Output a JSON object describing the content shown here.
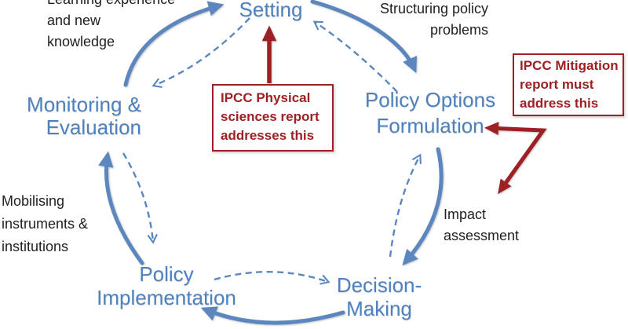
{
  "diagram": {
    "type": "policy-cycle",
    "nodes": {
      "setting": {
        "line1": "Setting"
      },
      "policy_options": {
        "line1": "Policy Options",
        "line2": "Formulation"
      },
      "decision_making": {
        "line1": "Decision-",
        "line2": "Making"
      },
      "policy_implementation": {
        "line1": "Policy",
        "line2": "Implementation"
      },
      "monitoring_evaluation": {
        "line1": "Monitoring &",
        "line2": "Evaluation"
      }
    },
    "stage_labels": {
      "learning": {
        "line1": "Learning experience",
        "line2": "and new",
        "line3": "knowledge"
      },
      "structuring": {
        "line1": "Structuring policy",
        "line2": "problems"
      },
      "impact": {
        "line1": "Impact",
        "line2": "assessment"
      },
      "mobilising": {
        "line1": "Mobilising",
        "line2": "instruments &",
        "line3": "institutions"
      }
    },
    "annotations": {
      "physical_box": {
        "line1": "IPCC Physical",
        "line2": "sciences report",
        "line3": "addresses this"
      },
      "mitigation_box": {
        "line1": "IPCC Mitigation",
        "line2": "report must",
        "line3": "address this"
      }
    },
    "edges": {
      "solid_cycle": [
        {
          "from": "Monitoring & Evaluation",
          "to": "Setting"
        },
        {
          "from": "Setting",
          "to": "Policy Options Formulation"
        },
        {
          "from": "Policy Options Formulation",
          "to": "Decision-Making"
        },
        {
          "from": "Decision-Making",
          "to": "Policy Implementation"
        },
        {
          "from": "Policy Implementation",
          "to": "Monitoring & Evaluation"
        }
      ],
      "dashed_feedback": [
        {
          "from": "Setting",
          "to": "Monitoring & Evaluation"
        },
        {
          "from": "Policy Options Formulation",
          "to": "Setting"
        },
        {
          "from": "Decision-Making",
          "to": "Policy Options Formulation"
        },
        {
          "from": "Policy Implementation",
          "to": "Decision-Making"
        },
        {
          "from": "Monitoring & Evaluation",
          "to": "Policy Implementation"
        }
      ],
      "red_annotation_arrows": [
        {
          "from": "IPCC Physical sciences box",
          "to": "Setting"
        },
        {
          "from": "IPCC Mitigation box",
          "to": "Formulation"
        },
        {
          "from": "IPCC Mitigation box",
          "to": "Impact assessment"
        }
      ]
    },
    "colors": {
      "node_text_blue": "#4f81bd",
      "arrow_blue": "#5b87be",
      "annotation_red": "#9c2024",
      "label_black": "#1f1f1f"
    }
  }
}
